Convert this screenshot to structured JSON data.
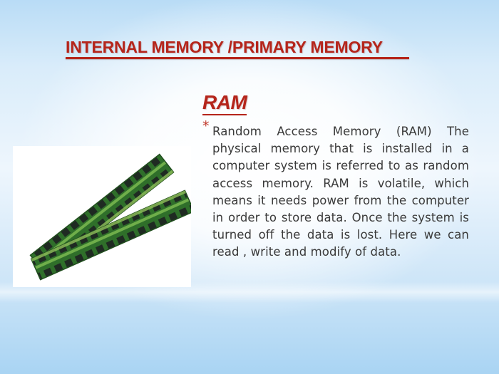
{
  "slide": {
    "title": "INTERNAL MEMORY /PRIMARY MEMORY",
    "subtitle": "RAM",
    "bullet_marker": "*",
    "bullet_text": "Random Access Memory (RAM) The physical memory that is installed in a computer system is referred to as random access memory. RAM is volatile, which means it needs power from the computer in order to store data. Once the system is turned off the data is lost. Here we can read , write and modify of data.",
    "image": {
      "icon": "ram-modules-icon",
      "description": "Two green RAM memory sticks"
    }
  },
  "colors": {
    "title": "#b5251b",
    "body_text": "#3a3a3a",
    "background_edge": "#a9d4f3",
    "background_center": "#ffffff",
    "pcb_green": "#2e6b2a",
    "chip_dark": "#1f2a22"
  }
}
